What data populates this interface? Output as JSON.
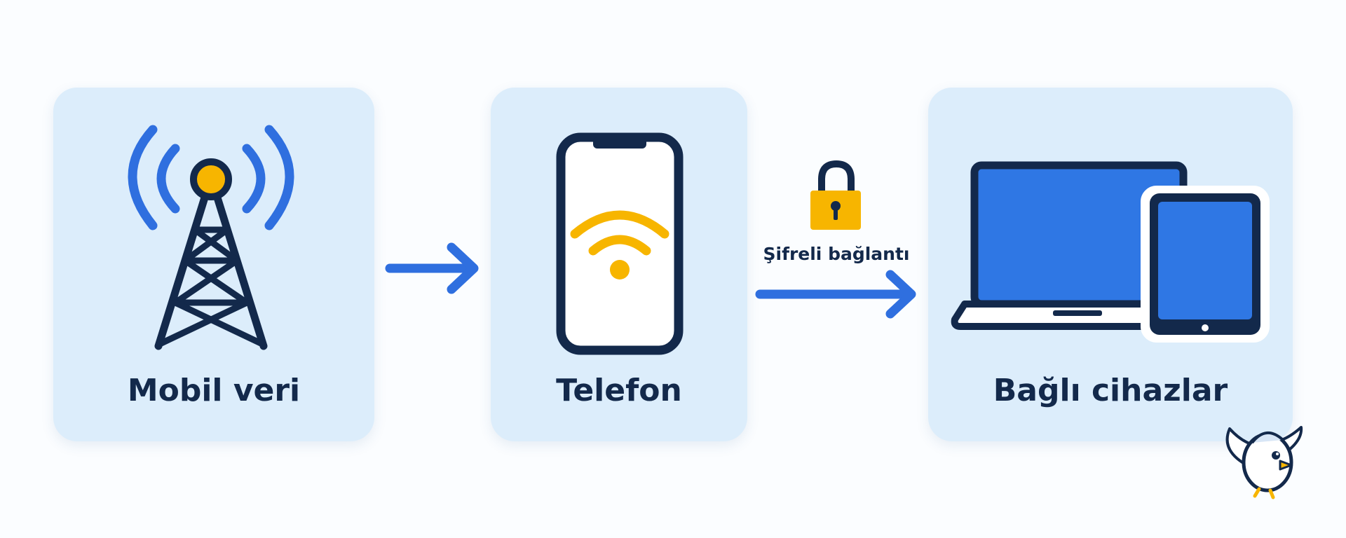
{
  "steps": [
    {
      "label": "Mobil veri",
      "icon": "cell-tower-icon"
    },
    {
      "label": "Telefon",
      "icon": "smartphone-wifi-icon"
    },
    {
      "label": "Bağlı cihazlar",
      "icon": "laptop-tablet-icon"
    }
  ],
  "connection": {
    "label": "Şifreli bağlantı",
    "icon": "padlock-icon"
  },
  "colors": {
    "card": "#dcedfb",
    "navy": "#13294b",
    "blue": "#2f6fdf",
    "yellow": "#f7b500",
    "screen": "#2f77e4"
  }
}
